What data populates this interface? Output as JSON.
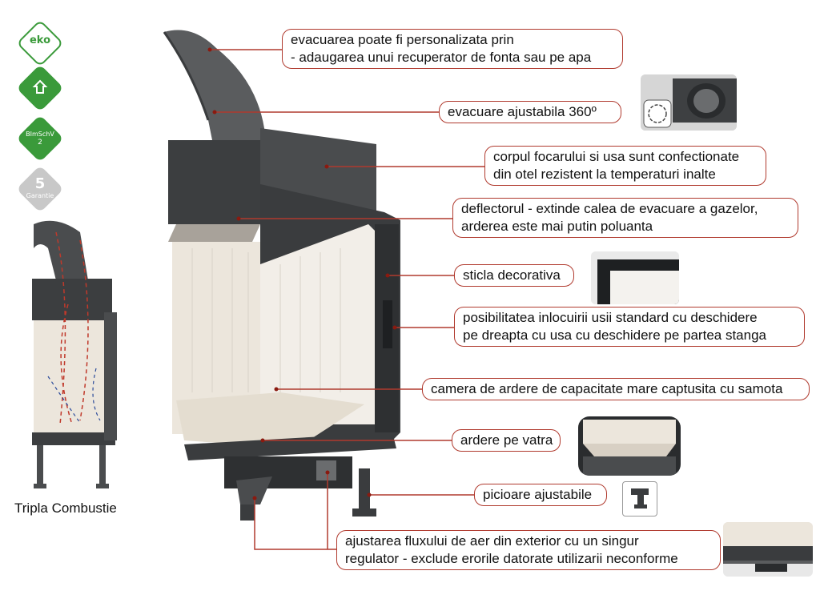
{
  "badges": {
    "eko": "eko",
    "blmschv": "BImSchV",
    "blmschv_level": "2",
    "garantie_years": "5",
    "garantie": "Garantie"
  },
  "side_caption": "Tripla Combustie",
  "callouts": {
    "evacuare_custom": [
      "evacuarea poate fi personalizata prin",
      "- adaugarea unui recuperator de fonta sau pe apa"
    ],
    "evacuare_360": [
      "evacuare ajustabila 360º"
    ],
    "corpul": [
      "corpul focarului si usa sunt confectionate",
      "din otel rezistent la temperaturi inalte"
    ],
    "deflector": [
      "deflectorul - extinde calea de evacuare a gazelor,",
      "arderea este mai putin poluanta"
    ],
    "sticla": [
      "sticla decorativa"
    ],
    "usa": [
      "posibilitatea inlocuirii usii standard cu deschidere",
      "pe dreapta cu usa cu deschidere pe partea stanga"
    ],
    "camera": [
      "camera de ardere de capacitate mare captusita cu samota"
    ],
    "vatra": [
      "ardere pe vatra"
    ],
    "picioare": [
      "picioare ajustabile"
    ],
    "aer": [
      "ajustarea fluxului de aer din exterior cu un singur",
      "regulator - exclude erorile datorate utilizarii neconforme"
    ]
  },
  "colors": {
    "callout_border": "#b03a2e",
    "leader_line": "#b03a2e",
    "badge_green": "#3a9a3a",
    "badge_grey": "#c8c8c8",
    "steel": "#4a4c4e",
    "firebrick": "#ece6dc"
  }
}
